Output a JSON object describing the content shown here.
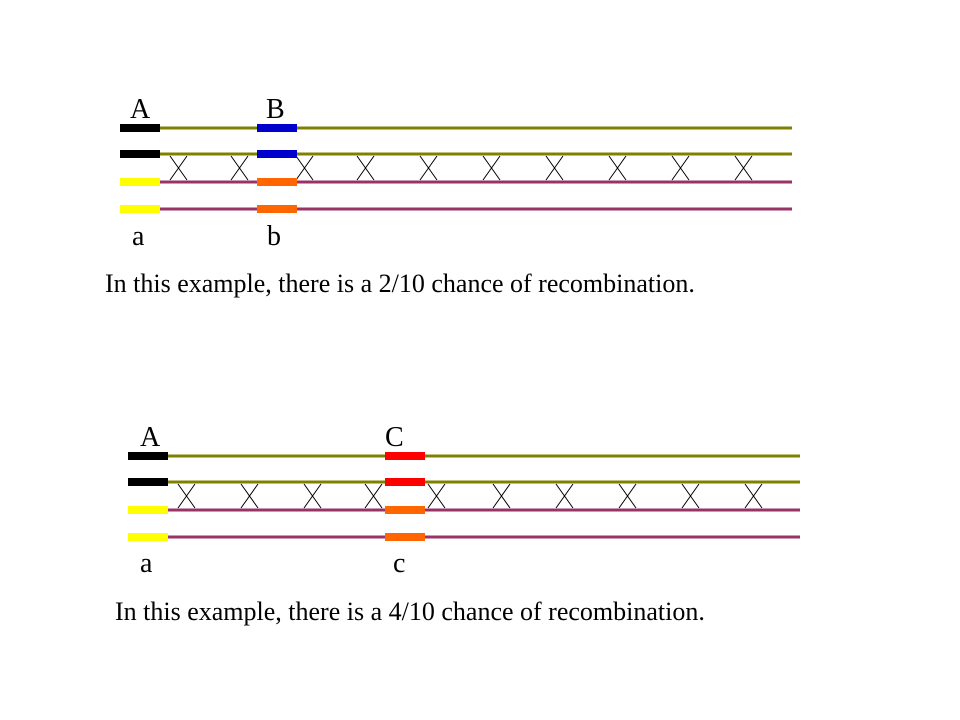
{
  "panel1": {
    "labels": {
      "upper_left": "A",
      "upper_right": "B",
      "lower_left": "a",
      "lower_right": "b"
    },
    "caption": "In this example, there is a 2/10 chance of recombination.",
    "marker_colors": {
      "left_upper": "#000000",
      "left_lower": "#ffff00",
      "right_upper": "#0000cc",
      "right_lower": "#ff6600"
    },
    "crossovers_between_genes": 2,
    "crossovers_total": 10
  },
  "panel2": {
    "labels": {
      "upper_left": "A",
      "upper_right": "C",
      "lower_left": "a",
      "lower_right": "c"
    },
    "caption": "In this example, there is a 4/10 chance of recombination.",
    "marker_colors": {
      "left_upper": "#000000",
      "left_lower": "#ffff00",
      "right_upper": "#ff0000",
      "right_lower": "#ff6600"
    },
    "crossovers_between_genes": 4,
    "crossovers_total": 10
  },
  "colors": {
    "chromosome_olive": "#808000",
    "chromosome_purple": "#993366"
  }
}
